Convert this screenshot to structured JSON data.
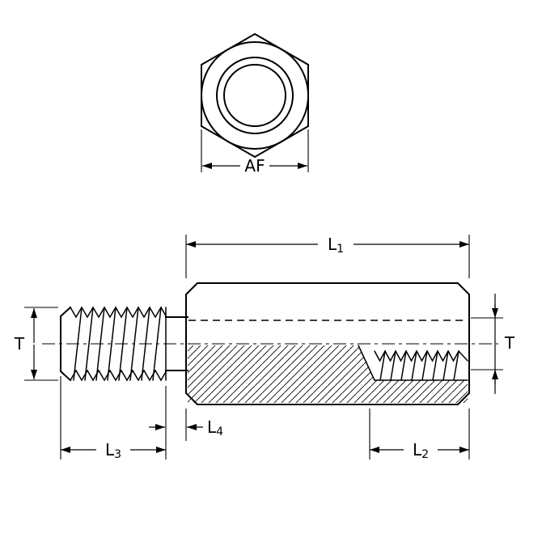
{
  "page": {
    "background": "#ffffff",
    "line_color": "#000000",
    "description_labels_visible": [
      "AF",
      "L1",
      "T",
      "T",
      "L4",
      "L3",
      "L2"
    ]
  },
  "labels": {
    "af": "AF",
    "t_left": "T",
    "t_right": "T",
    "l1": {
      "main": "L",
      "sub": "1"
    },
    "l2": {
      "main": "L",
      "sub": "2"
    },
    "l3": {
      "main": "L",
      "sub": "3"
    },
    "l4": {
      "main": "L",
      "sub": "4"
    }
  }
}
